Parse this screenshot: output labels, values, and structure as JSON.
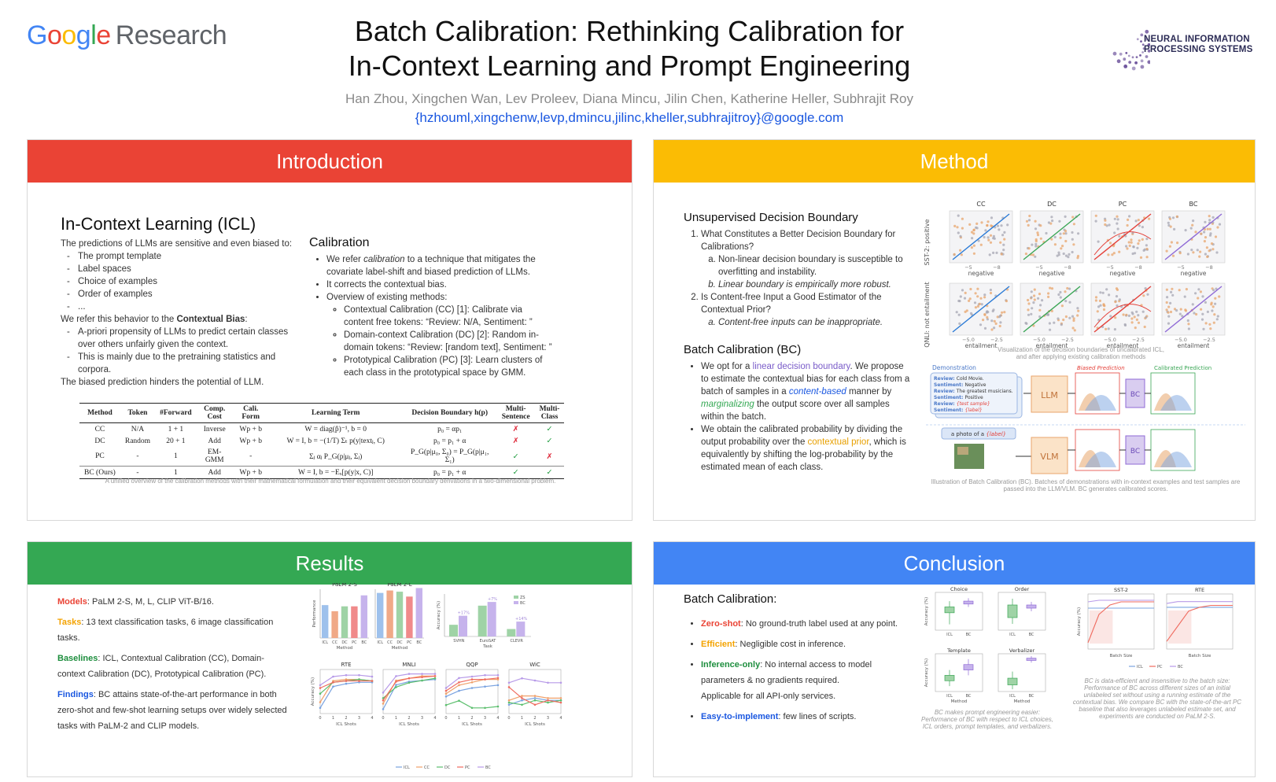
{
  "header": {
    "logo_google": "Google",
    "logo_research": "Research",
    "title_line1": "Batch Calibration: Rethinking Calibration for",
    "title_line2": "In-Context Learning and Prompt Engineering",
    "authors": "Han Zhou, Xingchen Wan, Lev Proleev, Diana Mincu, Jilin Chen, Katherine Heller, Subhrajit Roy",
    "emails": "{hzhouml,xingchenw,levp,dmincu,jilinc,kheller,subhrajitroy}@google.com",
    "neurips_line1": "NEURAL INFORMATION",
    "neurips_line2": "PROCESSING SYSTEMS"
  },
  "colors": {
    "red": "#ea4335",
    "yellow": "#fbbc04",
    "green": "#34a853",
    "blue": "#4285f4"
  },
  "intro": {
    "heading": "Introduction",
    "icl_title": "In-Context Learning (ICL)",
    "icl_lead": "The predictions of LLMs are sensitive and even biased to:",
    "icl_items": [
      "The prompt template",
      "Label spaces",
      "Choice of examples",
      "Order of examples",
      "..."
    ],
    "bias_lead_a": "We refer this behavior to the ",
    "bias_lead_b": "Contextual Bias",
    "bias_lead_c": ":",
    "bias_items": [
      "A-priori propensity of LLMs to predict certain classes over others unfairly given the context.",
      "This is mainly due to the pretraining statistics and corpora."
    ],
    "bias_tail": "The biased prediction hinders the potential of LLM.",
    "calib_title": "Calibration",
    "calib_b1_a": "We refer ",
    "calib_b1_b": "calibration",
    "calib_b1_c": " to a technique that mitigates the covariate label-shift and biased prediction of LLMs.",
    "calib_b2": "It corrects the contextual bias.",
    "calib_b3": "Overview of existing methods:",
    "calib_sub": [
      "Contextual Calibration (CC) [1]: Calibrate via content free tokens: “Review: N/A, Sentiment: ”",
      "Domain-context Calibration (DC) [2]: Random in-domain tokens: “Review: [random text], Sentiment: ”",
      "Prototypical Calibration (PC) [3]: Learn clusters of each class in the prototypical space by GMM."
    ],
    "table": {
      "headers": [
        "Method",
        "Token",
        "#Forward",
        "Comp. Cost",
        "Cali. Form",
        "Learning Term",
        "Decision Boundary h(p)",
        "Multi-Sentence",
        "Multi-Class"
      ],
      "rows": [
        [
          "CC",
          "N/A",
          "1 + 1",
          "Inverse",
          "Wp + b",
          "W = diag(p̂)⁻¹, b = 0",
          "p₀ = αp₁",
          "✗",
          "✓"
        ],
        [
          "DC",
          "Random",
          "20 + 1",
          "Add",
          "Wp + b",
          "W = I, b = −(1/T) Σₜ p(y|textⱼ, C)",
          "p₀ = p₁ + α",
          "✗",
          "✓"
        ],
        [
          "PC",
          "-",
          "1",
          "EM-GMM",
          "-",
          "Σⱼ αⱼ P_G(p|μⱼ, Σⱼ)",
          "P_G(p|μ₀, Σ₀) = P_G(p|μ₁, Σ₁)",
          "✓",
          "✗"
        ],
        [
          "BC (Ours)",
          "-",
          "1",
          "Add",
          "Wp + b",
          "W = I, b = −Eₓ[p(y|x, C)]",
          "p₀ = p₁ + α",
          "✓",
          "✓"
        ]
      ]
    },
    "table_caption": "A unified overview of the calibration methods with their mathematical formulation and their equivalent decision boundary derivations in a two-dimensional problem."
  },
  "method": {
    "heading": "Method",
    "udb_title": "Unsupervised Decision Boundary",
    "q1": "What Constitutes a Better Decision Boundary for Calibrations?",
    "q1a": "Non-linear decision boundary is susceptible to overfitting and instability.",
    "q1b": "Linear boundary is empirically more robust.",
    "q2": "Is Content-free Input a Good Estimator of the Contextual Prior?",
    "q2a": "Content-free inputs can be inappropriate.",
    "bc_title": "Batch Calibration (BC)",
    "bc1_a": "We opt for a ",
    "bc1_b": "linear decision boundary",
    "bc1_c": ". We propose to estimate the contextual bias for each class from a batch of samples in a ",
    "bc1_d": "content-based",
    "bc1_e": " manner by ",
    "bc1_f": "marginalizing",
    "bc1_g": " the output score over all samples within the batch.",
    "bc2_a": "We obtain the calibrated probability by dividing the output probability over the ",
    "bc2_b": "contextual prior",
    "bc2_c": ", which is equivalently by shifting the log-probability by the estimated mean of each class.",
    "scatter_titles": [
      "CC",
      "DC",
      "PC",
      "BC"
    ],
    "scatter_ylabel_top": "SST-2: positive",
    "scatter_xlabel_top": "negative",
    "scatter_ylabel_bottom": "QNLI: not entailment",
    "scatter_xlabel_bottom": "entailment",
    "scatter_ticks_top": [
      "−5",
      "−8"
    ],
    "scatter_ticks_bottom": [
      "−5.0",
      "−2.5"
    ],
    "scatter_caption_1": "Visualization of the decision boundaries of uncalibrated ICL,",
    "scatter_caption_2": "and after applying existing calibration methods",
    "diagram": {
      "demo_label": "Demonstration",
      "review_lines": [
        [
          "Review:",
          "Cold Movie."
        ],
        [
          "Sentiment:",
          "Negative"
        ],
        [
          "Review:",
          "The greatest musicians."
        ],
        [
          "Sentiment:",
          "Positive"
        ],
        [
          "Review:",
          "{test sample}"
        ],
        [
          "Sentiment:",
          "{label}"
        ]
      ],
      "llm": "LLM",
      "vlm": "VLM",
      "bc": "BC",
      "biased": "Biased Prediction",
      "calibrated": "Calibrated Prediction",
      "photo_prefix": "a photo of a ",
      "photo_label": "{label}"
    },
    "diagram_caption": "Illustration of Batch Calibration (BC). Batches of demonstrations with in-context examples and test samples are passed into the LLM/VLM. BC generates calibrated scores."
  },
  "results": {
    "heading": "Results",
    "models_label": "Models",
    "models_text": ": PaLM 2-S, M, L, CLIP ViT-B/16.",
    "tasks_label": "Tasks",
    "tasks_text": ": 13 text classification tasks, 6 image classification tasks.",
    "baselines_label": "Baselines",
    "baselines_text": ": ICL, Contextual Calibration (CC), Domain-context Calibration (DC), Prototypical Calibration (PC).",
    "findings_label": "Findings",
    "findings_text": ": BC attains state-of-the-art performance in both zero-shot and few-shot learning setups over widely selected tasks with PaLM-2 and CLIP models.",
    "bar_titles": [
      "PaLM 2-S",
      "PaLM 2-L"
    ],
    "bar_ylabel": "Performance",
    "bar_xlabel": "Method",
    "bar_categories": [
      "ICL",
      "CC",
      "DC",
      "PC",
      "BC"
    ],
    "clip_ylabel": "Accuracy (%)",
    "clip_xlabel": "Task",
    "clip_categories": [
      "SVHN",
      "EuroSAT",
      "CLEVR"
    ],
    "clip_legend": [
      "ZS",
      "BC"
    ],
    "clip_gains": [
      "+17%",
      "+7%",
      "+14%"
    ],
    "line_titles": [
      "RTE",
      "MNLI",
      "QQP",
      "WiC"
    ],
    "line_ylabel": "Accuracy (%)",
    "line_xlabel": "ICL Shots",
    "line_legend": [
      "ICL",
      "CC",
      "DC",
      "PC",
      "BC"
    ]
  },
  "conclusion": {
    "heading": "Conclusion",
    "title": "Batch Calibration:",
    "z_label": "Zero-shot",
    "z_text": ": No ground-truth label used at any point.",
    "e_label": "Efficient",
    "e_text": ": Negligible cost in inference.",
    "i_label": "Inference-only",
    "i_text1": ": No internal access to model parameters & no gradients required.",
    "i_text2": "Applicable for all API-only services.",
    "ez_label": "Easy-to-implement",
    "ez_text": ": few lines of scripts.",
    "box_titles": [
      "Choice",
      "Order",
      "Template",
      "Verbalizer"
    ],
    "box_ylabel": "Accuracy (%)",
    "box_xlabel": "Method",
    "box_cats": [
      "ICL",
      "BC"
    ],
    "box_caption": "BC makes prompt engineering easier: Performance of BC with respect to ICL choices, ICL orders, prompt templates, and verbalizers.",
    "bs_titles": [
      "SST-2",
      "RTE"
    ],
    "bs_xlabel": "Batch Size",
    "bs_ylabel": "Accuracy (%)",
    "bs_legend": [
      "ICL",
      "PC",
      "BC"
    ],
    "bs_caption": "BC is data-efficient and insensitive to the batch size: Performance of BC across different sizes of an initial unlabeled set without using a running estimate of the contextual bias. We compare BC with the state-of-the-art PC baseline that also leverages unlabeled estimate set, and experiments are conducted on PaLM 2-S."
  },
  "chart_data": [
    {
      "type": "bar",
      "title": "PaLM 2-S",
      "categories": [
        "ICL",
        "CC",
        "DC",
        "PC",
        "BC"
      ],
      "values": [
        67,
        62,
        66,
        66,
        75
      ],
      "xlabel": "Method",
      "ylabel": "Performance",
      "ylim": [
        40,
        80
      ]
    },
    {
      "type": "bar",
      "title": "PaLM 2-L",
      "categories": [
        "ICL",
        "CC",
        "DC",
        "PC",
        "BC"
      ],
      "values": [
        77,
        79,
        78,
        74,
        81
      ],
      "xlabel": "Method",
      "ylabel": "",
      "ylim": [
        40,
        80
      ]
    },
    {
      "type": "bar",
      "title": "",
      "categories": [
        "SVHN",
        "EuroSAT",
        "CLEVR"
      ],
      "series": [
        {
          "name": "ZS",
          "values": [
            22,
            58,
            14
          ]
        },
        {
          "name": "BC",
          "values": [
            39,
            65,
            28
          ]
        }
      ],
      "xlabel": "Task",
      "ylabel": "Accuracy (%)",
      "ylim": [
        0,
        80
      ]
    },
    {
      "type": "line",
      "title": "RTE",
      "x": [
        0,
        1,
        2,
        3,
        4
      ],
      "series": [
        {
          "name": "ICL",
          "values": [
            60,
            75,
            77,
            78,
            78
          ]
        },
        {
          "name": "CC",
          "values": [
            64,
            79,
            80,
            80,
            79
          ]
        },
        {
          "name": "DC",
          "values": [
            70,
            78,
            79,
            80,
            79
          ]
        },
        {
          "name": "PC",
          "values": [
            74,
            78,
            79,
            79,
            79
          ]
        },
        {
          "name": "BC",
          "values": [
            76,
            82,
            83,
            83,
            82
          ]
        }
      ],
      "xlabel": "ICL Shots",
      "ylabel": "Accuracy (%)"
    },
    {
      "type": "line",
      "title": "MNLI",
      "x": [
        0,
        1,
        2,
        3,
        4
      ],
      "series": [
        {
          "name": "ICL",
          "values": [
            40,
            62,
            65,
            66,
            67
          ]
        },
        {
          "name": "CC",
          "values": [
            45,
            66,
            68,
            70,
            70
          ]
        },
        {
          "name": "DC",
          "values": [
            50,
            60,
            64,
            66,
            68
          ]
        },
        {
          "name": "PC",
          "values": [
            48,
            65,
            68,
            69,
            70
          ]
        },
        {
          "name": "BC",
          "values": [
            55,
            70,
            72,
            72,
            72
          ]
        }
      ],
      "xlabel": "ICL Shots"
    },
    {
      "type": "line",
      "title": "QQP",
      "x": [
        0,
        1,
        2,
        3,
        4
      ],
      "series": [
        {
          "name": "ICL",
          "values": [
            58,
            62,
            64,
            65,
            66
          ]
        },
        {
          "name": "CC",
          "values": [
            60,
            66,
            68,
            70,
            70
          ]
        },
        {
          "name": "DC",
          "values": [
            52,
            55,
            50,
            50,
            51
          ]
        },
        {
          "name": "PC",
          "values": [
            62,
            68,
            70,
            70,
            71
          ]
        },
        {
          "name": "BC",
          "values": [
            64,
            71,
            72,
            73,
            73
          ]
        }
      ],
      "xlabel": "ICL Shots"
    },
    {
      "type": "line",
      "title": "WiC",
      "x": [
        0,
        1,
        2,
        3,
        4
      ],
      "series": [
        {
          "name": "ICL",
          "values": [
            50,
            52,
            53,
            52,
            52
          ]
        },
        {
          "name": "CC",
          "values": [
            52,
            54,
            54,
            53,
            53
          ]
        },
        {
          "name": "DC",
          "values": [
            51,
            50,
            52,
            51,
            52
          ]
        },
        {
          "name": "PC",
          "values": [
            58,
            53,
            50,
            52,
            51
          ]
        },
        {
          "name": "BC",
          "values": [
            60,
            62,
            61,
            60,
            60
          ]
        }
      ],
      "xlabel": "ICL Shots"
    },
    {
      "type": "line",
      "title": "SST-2",
      "x": [
        4,
        8,
        16,
        32,
        64,
        128,
        256
      ],
      "series": [
        {
          "name": "ICL",
          "values": [
            82,
            82,
            82,
            82,
            82,
            82,
            82
          ]
        },
        {
          "name": "PC",
          "values": [
            60,
            78,
            84,
            86,
            86,
            86,
            86
          ]
        },
        {
          "name": "BC",
          "values": [
            86,
            87,
            87,
            87,
            87,
            87,
            87
          ]
        }
      ],
      "xlabel": "Batch Size",
      "ylabel": "Accuracy (%)"
    },
    {
      "type": "line",
      "title": "RTE",
      "x": [
        4,
        8,
        16,
        32,
        64,
        128,
        256
      ],
      "series": [
        {
          "name": "ICL",
          "values": [
            78,
            78,
            78,
            78,
            78,
            78,
            78
          ]
        },
        {
          "name": "PC",
          "values": [
            60,
            68,
            76,
            78,
            79,
            79,
            79
          ]
        },
        {
          "name": "BC",
          "values": [
            80,
            81,
            81,
            81,
            81,
            81,
            81
          ]
        }
      ],
      "xlabel": "Batch Size"
    }
  ]
}
